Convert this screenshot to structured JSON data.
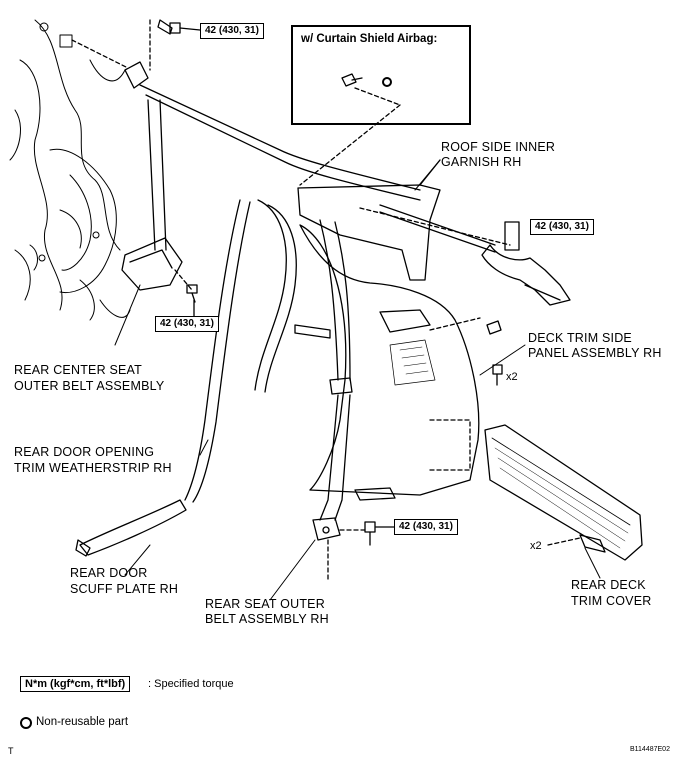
{
  "inset": {
    "title": "w/ Curtain Shield Airbag:"
  },
  "torque_labels": {
    "top": "42 (430, 31)",
    "center_belt": "42 (430, 31)",
    "roof_side": "42 (430, 31)",
    "outer_belt": "42 (430, 31)"
  },
  "quantities": {
    "deck_side_bolt": "x2",
    "deck_cover_clip": "x2"
  },
  "parts": {
    "roof_side_garnish_line1": "ROOF SIDE INNER",
    "roof_side_garnish_line2": "GARNISH RH",
    "deck_trim_side_line1": "DECK TRIM SIDE",
    "deck_trim_side_line2": "PANEL ASSEMBLY RH",
    "rear_center_belt_line1": "REAR CENTER SEAT",
    "rear_center_belt_line2": "OUTER BELT ASSEMBLY",
    "weatherstrip_line1": "REAR DOOR OPENING",
    "weatherstrip_line2": "TRIM WEATHERSTRIP RH",
    "scuff_plate_line1": "REAR DOOR",
    "scuff_plate_line2": "SCUFF PLATE RH",
    "outer_belt_line1": "REAR SEAT OUTER",
    "outer_belt_line2": "BELT ASSEMBLY RH",
    "deck_cover_line1": "REAR DECK",
    "deck_cover_line2": "TRIM COVER"
  },
  "legend": {
    "torque_unit": "N*m (kgf*cm, ft*lbf)",
    "torque_desc": ": Specified torque",
    "nonreusable": "Non-reusable part"
  },
  "footer": {
    "left_mark": "T",
    "figure_id": "B114487E02"
  }
}
